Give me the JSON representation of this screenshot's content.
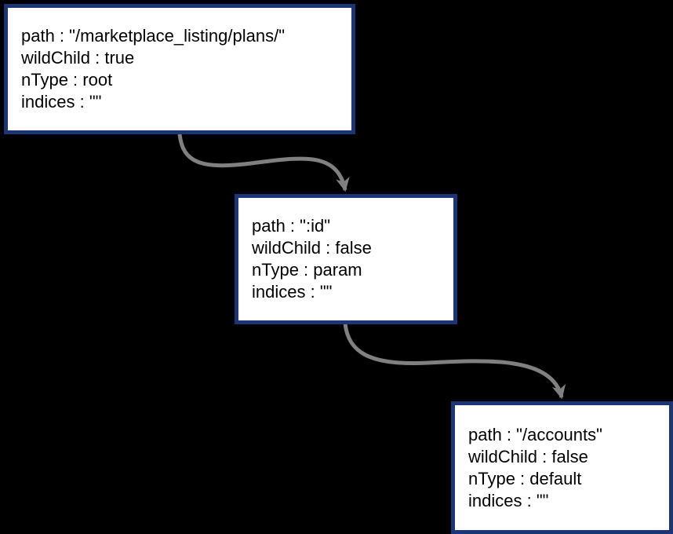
{
  "diagram": {
    "colors": {
      "background": "#000000",
      "node_fill": "#ffffff",
      "node_border": "#1c3577",
      "arrow": "#808080",
      "text": "#000000"
    },
    "nodes": [
      {
        "id": "root",
        "lines": [
          "path : \"/marketplace_listing/plans/\"",
          "wildChild : true",
          "nType : root",
          "indices : \"\""
        ]
      },
      {
        "id": "param",
        "lines": [
          "path : \":id\"",
          "wildChild : false",
          "nType : param",
          "indices : \"\""
        ]
      },
      {
        "id": "default",
        "lines": [
          "path : \"/accounts\"",
          "wildChild : false",
          "nType : default",
          "indices : \"\""
        ]
      }
    ],
    "edges": [
      {
        "from": "root",
        "to": "param"
      },
      {
        "from": "param",
        "to": "default"
      }
    ]
  }
}
